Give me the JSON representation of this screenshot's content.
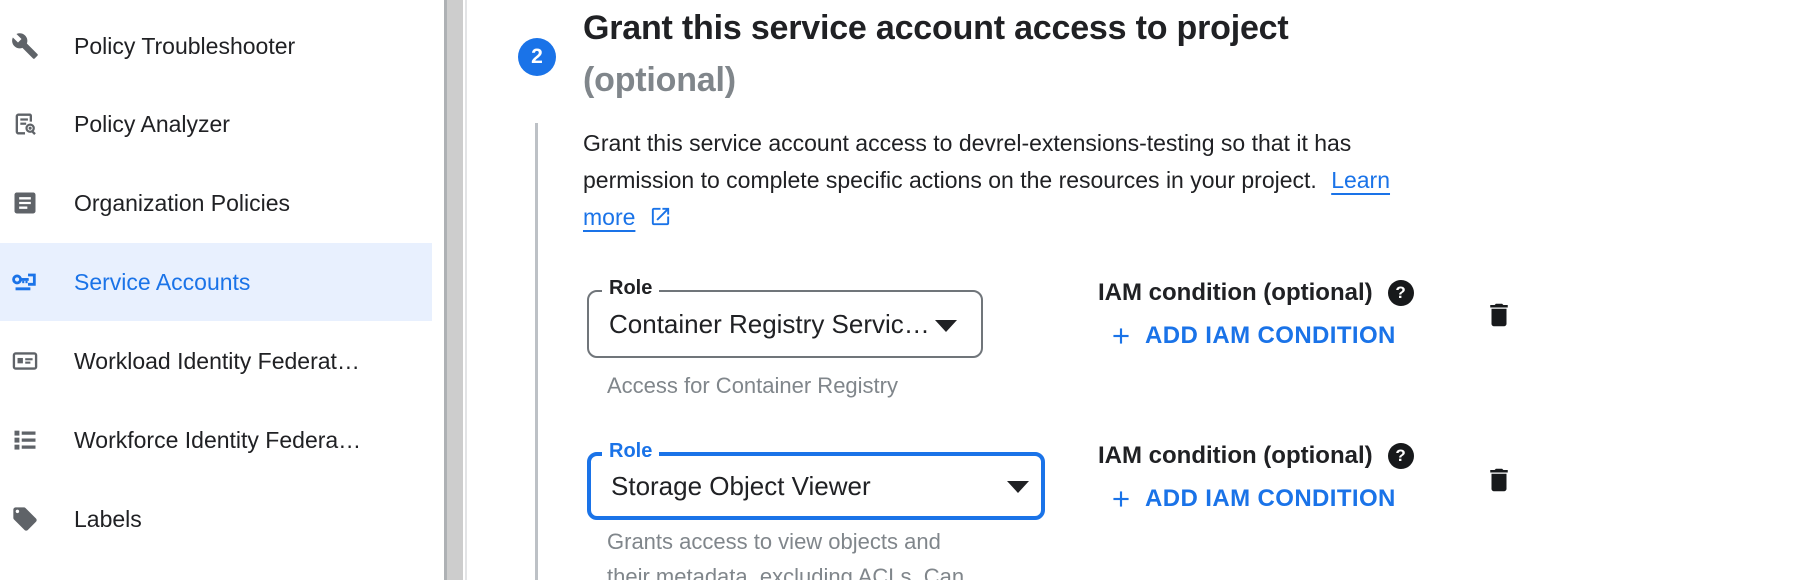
{
  "sidebar": {
    "items": [
      {
        "label": "Policy Troubleshooter",
        "icon": "wrench-icon",
        "selected": false
      },
      {
        "label": "Policy Analyzer",
        "icon": "policy-analyzer-icon",
        "selected": false
      },
      {
        "label": "Organization Policies",
        "icon": "article-icon",
        "selected": false
      },
      {
        "label": "Service Accounts",
        "icon": "service-account-key-icon",
        "selected": true
      },
      {
        "label": "Workload Identity Federat…",
        "icon": "id-card-icon",
        "selected": false
      },
      {
        "label": "Workforce Identity Federa…",
        "icon": "list-icon",
        "selected": false
      },
      {
        "label": "Labels",
        "icon": "tag-icon",
        "selected": false
      }
    ]
  },
  "step": {
    "number": "2",
    "title": "Grant this service account access to project",
    "subtitle": "(optional)",
    "description": {
      "line1": "Grant this service account access to devrel-extensions-testing so that it has",
      "line2": "permission to complete specific actions on the resources in your project.",
      "link_word_line2": "Learn",
      "link_word_line3": "more"
    }
  },
  "rows": [
    {
      "role_label": "Role",
      "role_value": "Container Registry Servic…",
      "helper_lines": [
        "Access for Container Registry"
      ],
      "iam_label": "IAM condition (optional)",
      "help_glyph": "?",
      "add_button": "ADD IAM CONDITION"
    },
    {
      "role_label": "Role",
      "role_value": "Storage Object Viewer",
      "helper_lines": [
        "Grants access to view objects and",
        "their metadata, excluding ACLs. Can"
      ],
      "iam_label": "IAM condition (optional)",
      "help_glyph": "?",
      "add_button": "ADD IAM CONDITION"
    }
  ],
  "colors": {
    "accent": "#1a73e8",
    "selected_bg": "#e8f0fe",
    "text": "#202124",
    "muted": "#80868b"
  }
}
